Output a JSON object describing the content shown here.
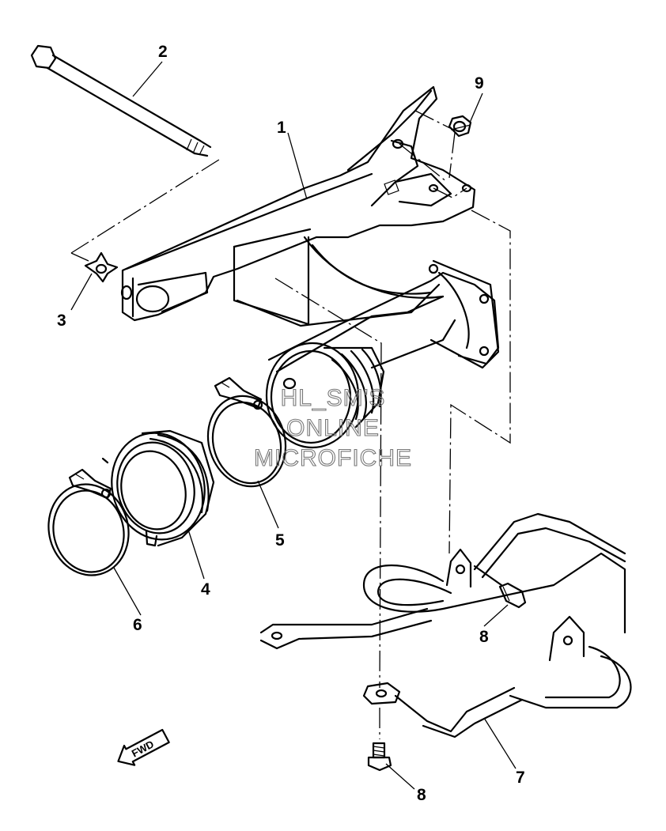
{
  "diagram": {
    "callouts": [
      {
        "id": "1",
        "label": "1"
      },
      {
        "id": "2",
        "label": "2"
      },
      {
        "id": "3",
        "label": "3"
      },
      {
        "id": "4",
        "label": "4"
      },
      {
        "id": "5",
        "label": "5"
      },
      {
        "id": "6",
        "label": "6"
      },
      {
        "id": "7",
        "label": "7"
      },
      {
        "id": "8a",
        "label": "8"
      },
      {
        "id": "8b",
        "label": "8"
      },
      {
        "id": "9",
        "label": "9"
      }
    ],
    "direction_arrow": {
      "label": "FWD"
    },
    "watermark": {
      "lines": [
        "HL_SM'S",
        "ONLINE",
        "MICROFICHE"
      ]
    }
  }
}
